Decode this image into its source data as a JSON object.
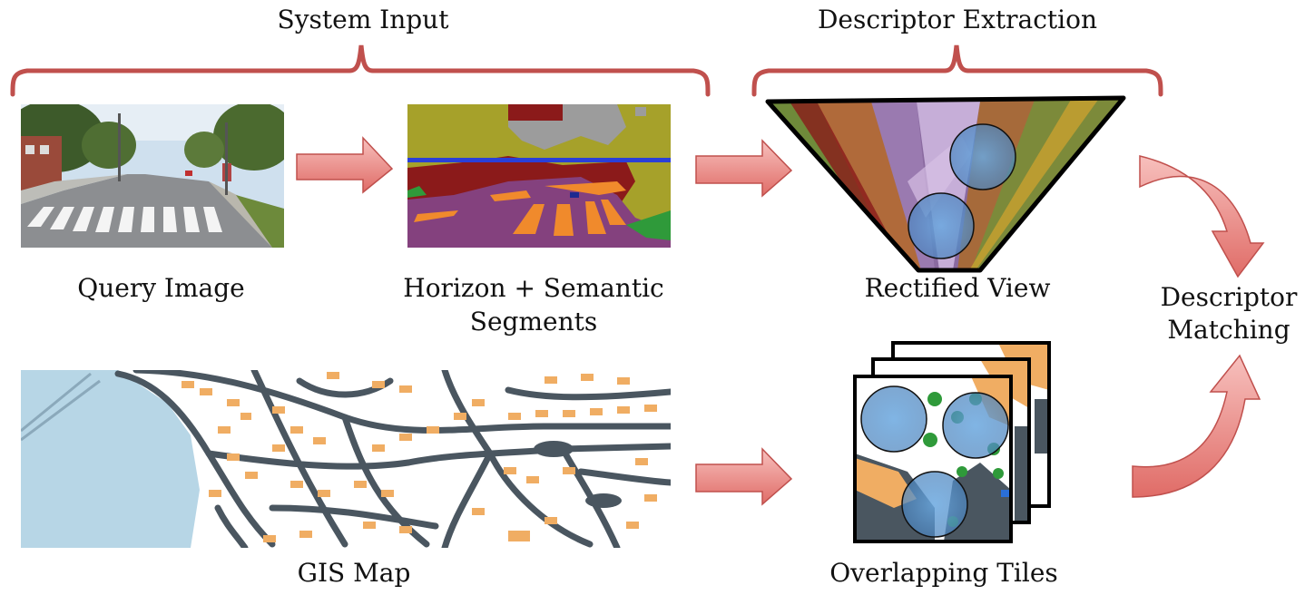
{
  "headers": {
    "system_input": "System Input",
    "descriptor_extraction": "Descriptor Extraction"
  },
  "labels": {
    "query_image": "Query Image",
    "horizon_semantic_line1": "Horizon + Semantic",
    "horizon_semantic_line2": "Segments",
    "rectified_view": "Rectified View",
    "descriptor_matching_line1": "Descriptor",
    "descriptor_matching_line2": "Matching",
    "gis_map": "GIS Map",
    "overlapping_tiles": "Overlapping Tiles"
  },
  "colors": {
    "bracket": "#c0504d",
    "arrow_fill": "#e8807c",
    "arrow_stroke": "#c0504d",
    "segment_olive": "#a6a12a",
    "segment_purple": "#84417e",
    "segment_orange": "#f08a2c",
    "segment_darkred": "#8b1a1a",
    "segment_grey": "#9c9c9c",
    "horizon_blue": "#2a3fd8",
    "map_water": "#b7d6e6",
    "map_road": "#4a5660",
    "map_building": "#f0ad63",
    "circle_blue": "#5b9bd5"
  }
}
